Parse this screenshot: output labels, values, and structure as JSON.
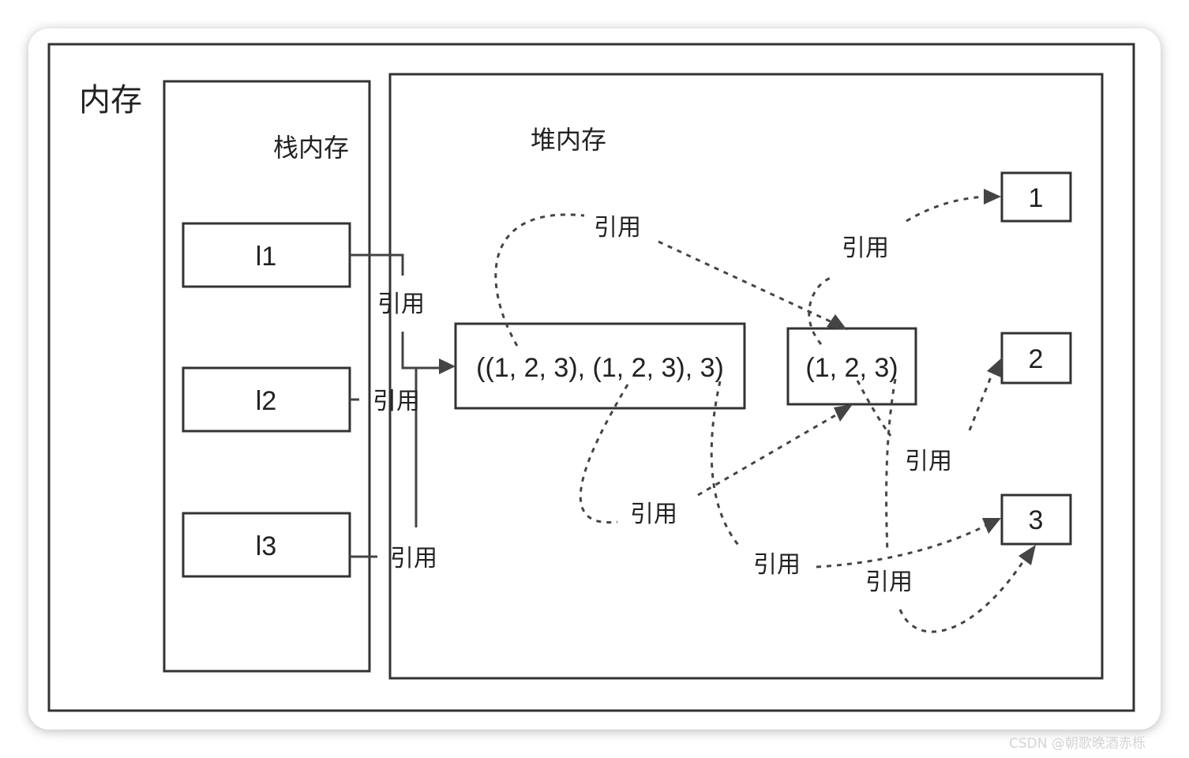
{
  "memory": {
    "title": "内存",
    "stack": {
      "title": "栈内存",
      "vars": [
        "l1",
        "l2",
        "l3"
      ]
    },
    "heap": {
      "title": "堆内存",
      "outer_tuple": "((1, 2, 3), (1, 2, 3), 3)",
      "inner_tuple": "(1, 2, 3)",
      "values": [
        "1",
        "2",
        "3"
      ]
    }
  },
  "reference_label": "引用",
  "watermark": "CSDN @朝歌晚酒赤栎",
  "colors": {
    "stroke": "#333333",
    "text": "#222222"
  }
}
